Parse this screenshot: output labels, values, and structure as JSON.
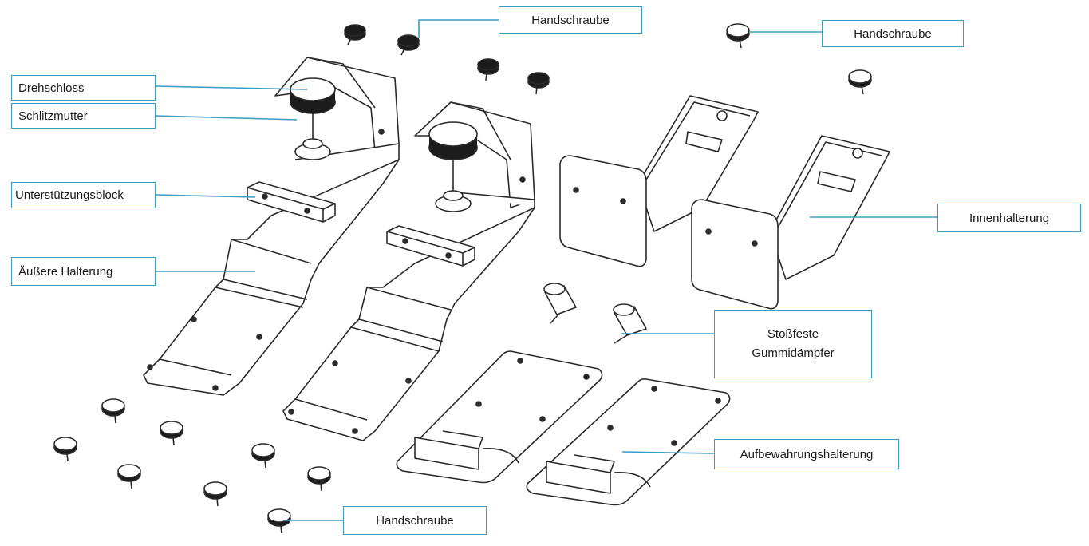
{
  "colors": {
    "callout": "#3a9ec4",
    "outline": "#2a2a2a",
    "knob": "#1c1c1c"
  },
  "labels": {
    "handschraube_top": "Handschraube",
    "handschraube_right": "Handschraube",
    "handschraube_bottom": "Handschraube",
    "drehschloss": "Drehschloss",
    "schlitzmutter": "Schlitzmutter",
    "unterstuetzungsblock": "Unterstützungsblock",
    "aeussere_halterung": "Äußere Halterung",
    "innenhalterung": "Innenhalterung",
    "gummidaempfer_line1": "Stoßfeste",
    "gummidaempfer_line2": "Gummidämpfer",
    "aufbewahrungshalterung": "Aufbewahrungshalterung"
  }
}
